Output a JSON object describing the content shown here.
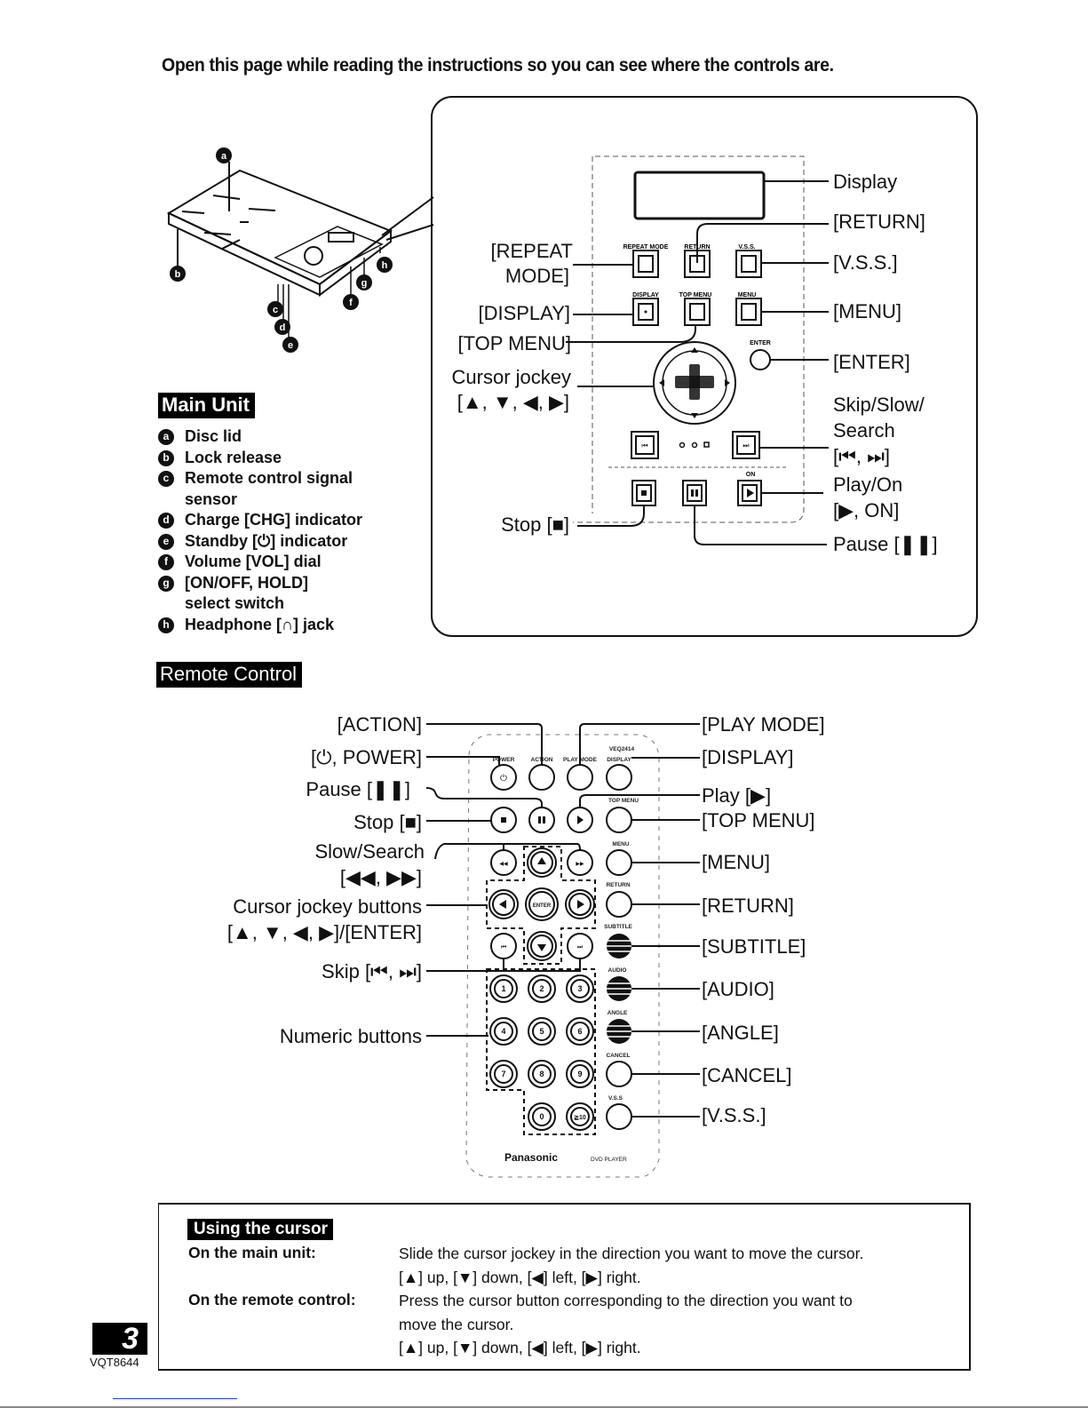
{
  "headline": "Open this page while reading the instructions so you can see where the controls are.",
  "main_unit": {
    "section_title": "Main Unit",
    "items": [
      {
        "letter": "a",
        "label": "Disc lid"
      },
      {
        "letter": "b",
        "label": "Lock release"
      },
      {
        "letter": "c",
        "label": "Remote control signal\nsensor"
      },
      {
        "letter": "d",
        "label": "Charge [CHG] indicator"
      },
      {
        "letter": "e",
        "label": "Standby [⏻] indicator"
      },
      {
        "letter": "f",
        "label": "Volume [VOL] dial"
      },
      {
        "letter": "g",
        "label": "[ON/OFF, HOLD]\nselect switch"
      },
      {
        "letter": "h",
        "label": "Headphone [∩] jack"
      }
    ],
    "callouts_left": {
      "repeat_mode_1": "[REPEAT",
      "repeat_mode_2": "MODE]",
      "display": "[DISPLAY]",
      "top_menu": "[TOP MENU]",
      "cursor_jockey_1": "Cursor jockey",
      "cursor_jockey_2": "[▲, ▼, ◀, ▶]",
      "stop": "Stop [■]"
    },
    "callouts_right": {
      "display": "Display",
      "return": "[RETURN]",
      "vss": "[V.S.S.]",
      "menu": "[MENU]",
      "enter": "[ENTER]",
      "skip_1": "Skip/Slow/",
      "skip_2": "Search",
      "skip_3": "[⏮, ⏭]",
      "play_1": "Play/On",
      "play_2": "[▶, ON]",
      "pause": "Pause [❚❚]"
    },
    "panel_button_labels": {
      "repeat_mode": "REPEAT MODE",
      "return": "RETURN",
      "vss": "V.S.S.",
      "display": "DISPLAY",
      "top_menu": "TOP MENU",
      "menu": "MENU",
      "enter": "ENTER",
      "on": "ON"
    }
  },
  "remote": {
    "section_title": "Remote Control",
    "callouts_left": {
      "action": "[ACTION]",
      "power": "[⏻, POWER]",
      "pause": "Pause [❚❚]",
      "stop": "Stop [■]",
      "slow_1": "Slow/Search",
      "slow_2": "[◀◀, ▶▶]",
      "cursor_1": "Cursor jockey buttons",
      "cursor_2": "[▲, ▼, ◀, ▶]/[ENTER]",
      "skip": "Skip [⏮, ⏭]",
      "numeric": "Numeric buttons"
    },
    "callouts_right": {
      "play_mode": "[PLAY MODE]",
      "display": "[DISPLAY]",
      "play": "Play [▶]",
      "top_menu": "[TOP MENU]",
      "menu": "[MENU]",
      "return": "[RETURN]",
      "subtitle": "[SUBTITLE]",
      "audio": "[AUDIO]",
      "angle": "[ANGLE]",
      "cancel": "[CANCEL]",
      "vss": "[V.S.S.]"
    },
    "button_labels": {
      "power": "POWER",
      "action": "ACTION",
      "play_mode": "PLAY MODE",
      "display": "DISPLAY",
      "top_menu": "TOP MENU",
      "menu": "MENU",
      "return": "RETURN",
      "subtitle": "SUBTITLE",
      "audio": "AUDIO",
      "angle": "ANGLE",
      "cancel": "CANCEL",
      "vss": "V.S.S",
      "enter": "ENTER",
      "model": "VEQ2414"
    },
    "numeric_keys": [
      "1",
      "2",
      "3",
      "4",
      "5",
      "6",
      "7",
      "8",
      "9",
      "0",
      "≧10"
    ],
    "brand": "Panasonic",
    "product": "DVD PLAYER"
  },
  "using_cursor": {
    "title": "Using the cursor",
    "rows": [
      {
        "label": "On the main unit:",
        "text": "Slide the cursor jockey in the direction you want to move the cursor.\n[▲] up, [▼] down, [◀] left, [▶] right."
      },
      {
        "label": "On the remote control:",
        "text": "Press the cursor button corresponding to the direction you want to\nmove the cursor.\n[▲] up, [▼] down, [◀] left, [▶] right."
      }
    ]
  },
  "footer": {
    "page_number": "3",
    "doc_code": "VQT8644"
  }
}
